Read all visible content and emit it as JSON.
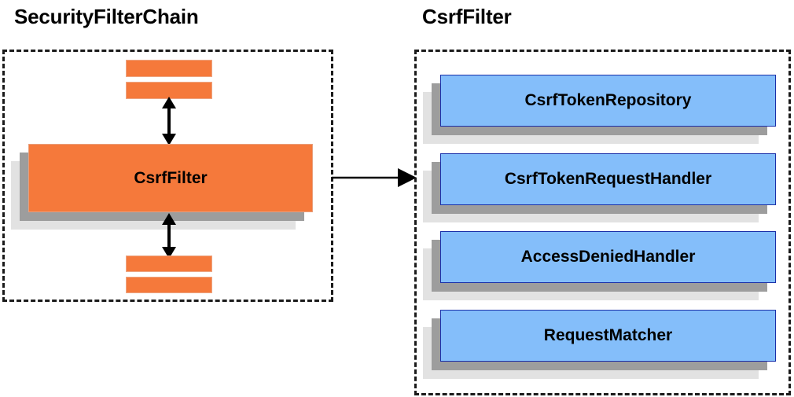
{
  "diagram": {
    "type": "component-collaboration-diagram",
    "background_color": "#ffffff",
    "panels": [
      {
        "id": "security-filter-chain",
        "title": "SecurityFilterChain",
        "border_style": "dashed",
        "border_color": "#1a1a1a",
        "nodes": [
          {
            "id": "bar-top-1",
            "label": "",
            "shape": "bar",
            "color": "#F5793B"
          },
          {
            "id": "bar-top-2",
            "label": "",
            "shape": "bar",
            "color": "#F5793B"
          },
          {
            "id": "csrf-filter",
            "label": "CsrfFilter",
            "shape": "stacked-box",
            "color": "#F5793B"
          },
          {
            "id": "bar-bottom-1",
            "label": "",
            "shape": "bar",
            "color": "#F5793B"
          },
          {
            "id": "bar-bottom-2",
            "label": "",
            "shape": "bar",
            "color": "#F5793B"
          }
        ],
        "connectors": [
          {
            "id": "arrow-up",
            "from": "bar-top-2",
            "to": "csrf-filter",
            "style": "double-headed-vertical"
          },
          {
            "id": "arrow-down",
            "from": "csrf-filter",
            "to": "bar-bottom-1",
            "style": "double-headed-vertical"
          }
        ]
      },
      {
        "id": "csrf-filter-detail",
        "title": "CsrfFilter",
        "border_style": "dashed",
        "border_color": "#1a1a1a",
        "nodes": [
          {
            "id": "csrf-token-repository",
            "label": "CsrfTokenRepository",
            "shape": "stacked-box",
            "color": "#84BEFA"
          },
          {
            "id": "csrf-token-request-handler",
            "label": "CsrfTokenRequestHandler",
            "shape": "stacked-box",
            "color": "#84BEFA"
          },
          {
            "id": "access-denied-handler",
            "label": "AccessDeniedHandler",
            "shape": "stacked-box",
            "color": "#84BEFA"
          },
          {
            "id": "request-matcher",
            "label": "RequestMatcher",
            "shape": "stacked-box",
            "color": "#84BEFA"
          }
        ]
      }
    ],
    "cross_panel_connector": {
      "id": "expand-arrow",
      "from": "csrf-filter",
      "to": "csrf-filter-detail",
      "style": "single-headed-horizontal"
    },
    "colors": {
      "orange": "#F5793B",
      "blue": "#84BEFA",
      "shadow_near": "#9d9d9d",
      "shadow_far": "#e2e2e2",
      "outline_blue": "#1a2fa8",
      "text": "#000000"
    }
  }
}
